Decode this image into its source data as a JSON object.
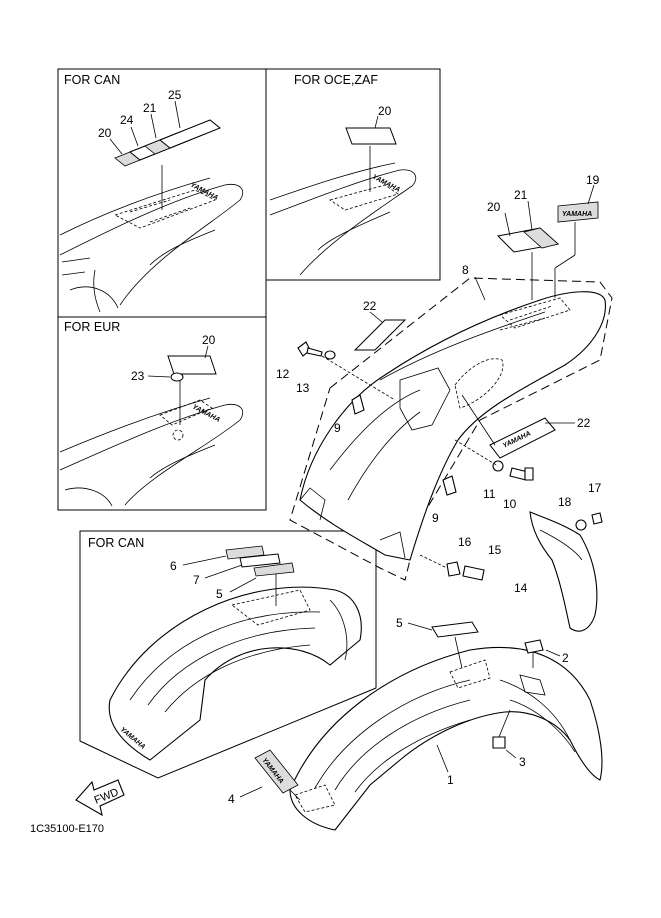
{
  "diagram_code": "1C35100-E170",
  "boxes": {
    "can_top": "FOR CAN",
    "oce_zaf": "FOR OCE,ZAF",
    "eur": "FOR EUR",
    "can_bottom": "FOR CAN"
  },
  "arrow_label": "FWD",
  "brand_text": "YAMAHA",
  "callouts": [
    "1",
    "2",
    "3",
    "4",
    "5",
    "5",
    "6",
    "7",
    "8",
    "9",
    "9",
    "10",
    "11",
    "12",
    "13",
    "14",
    "15",
    "16",
    "17",
    "18",
    "19",
    "20",
    "20",
    "20",
    "20",
    "21",
    "21",
    "22",
    "22",
    "23",
    "24",
    "25"
  ]
}
